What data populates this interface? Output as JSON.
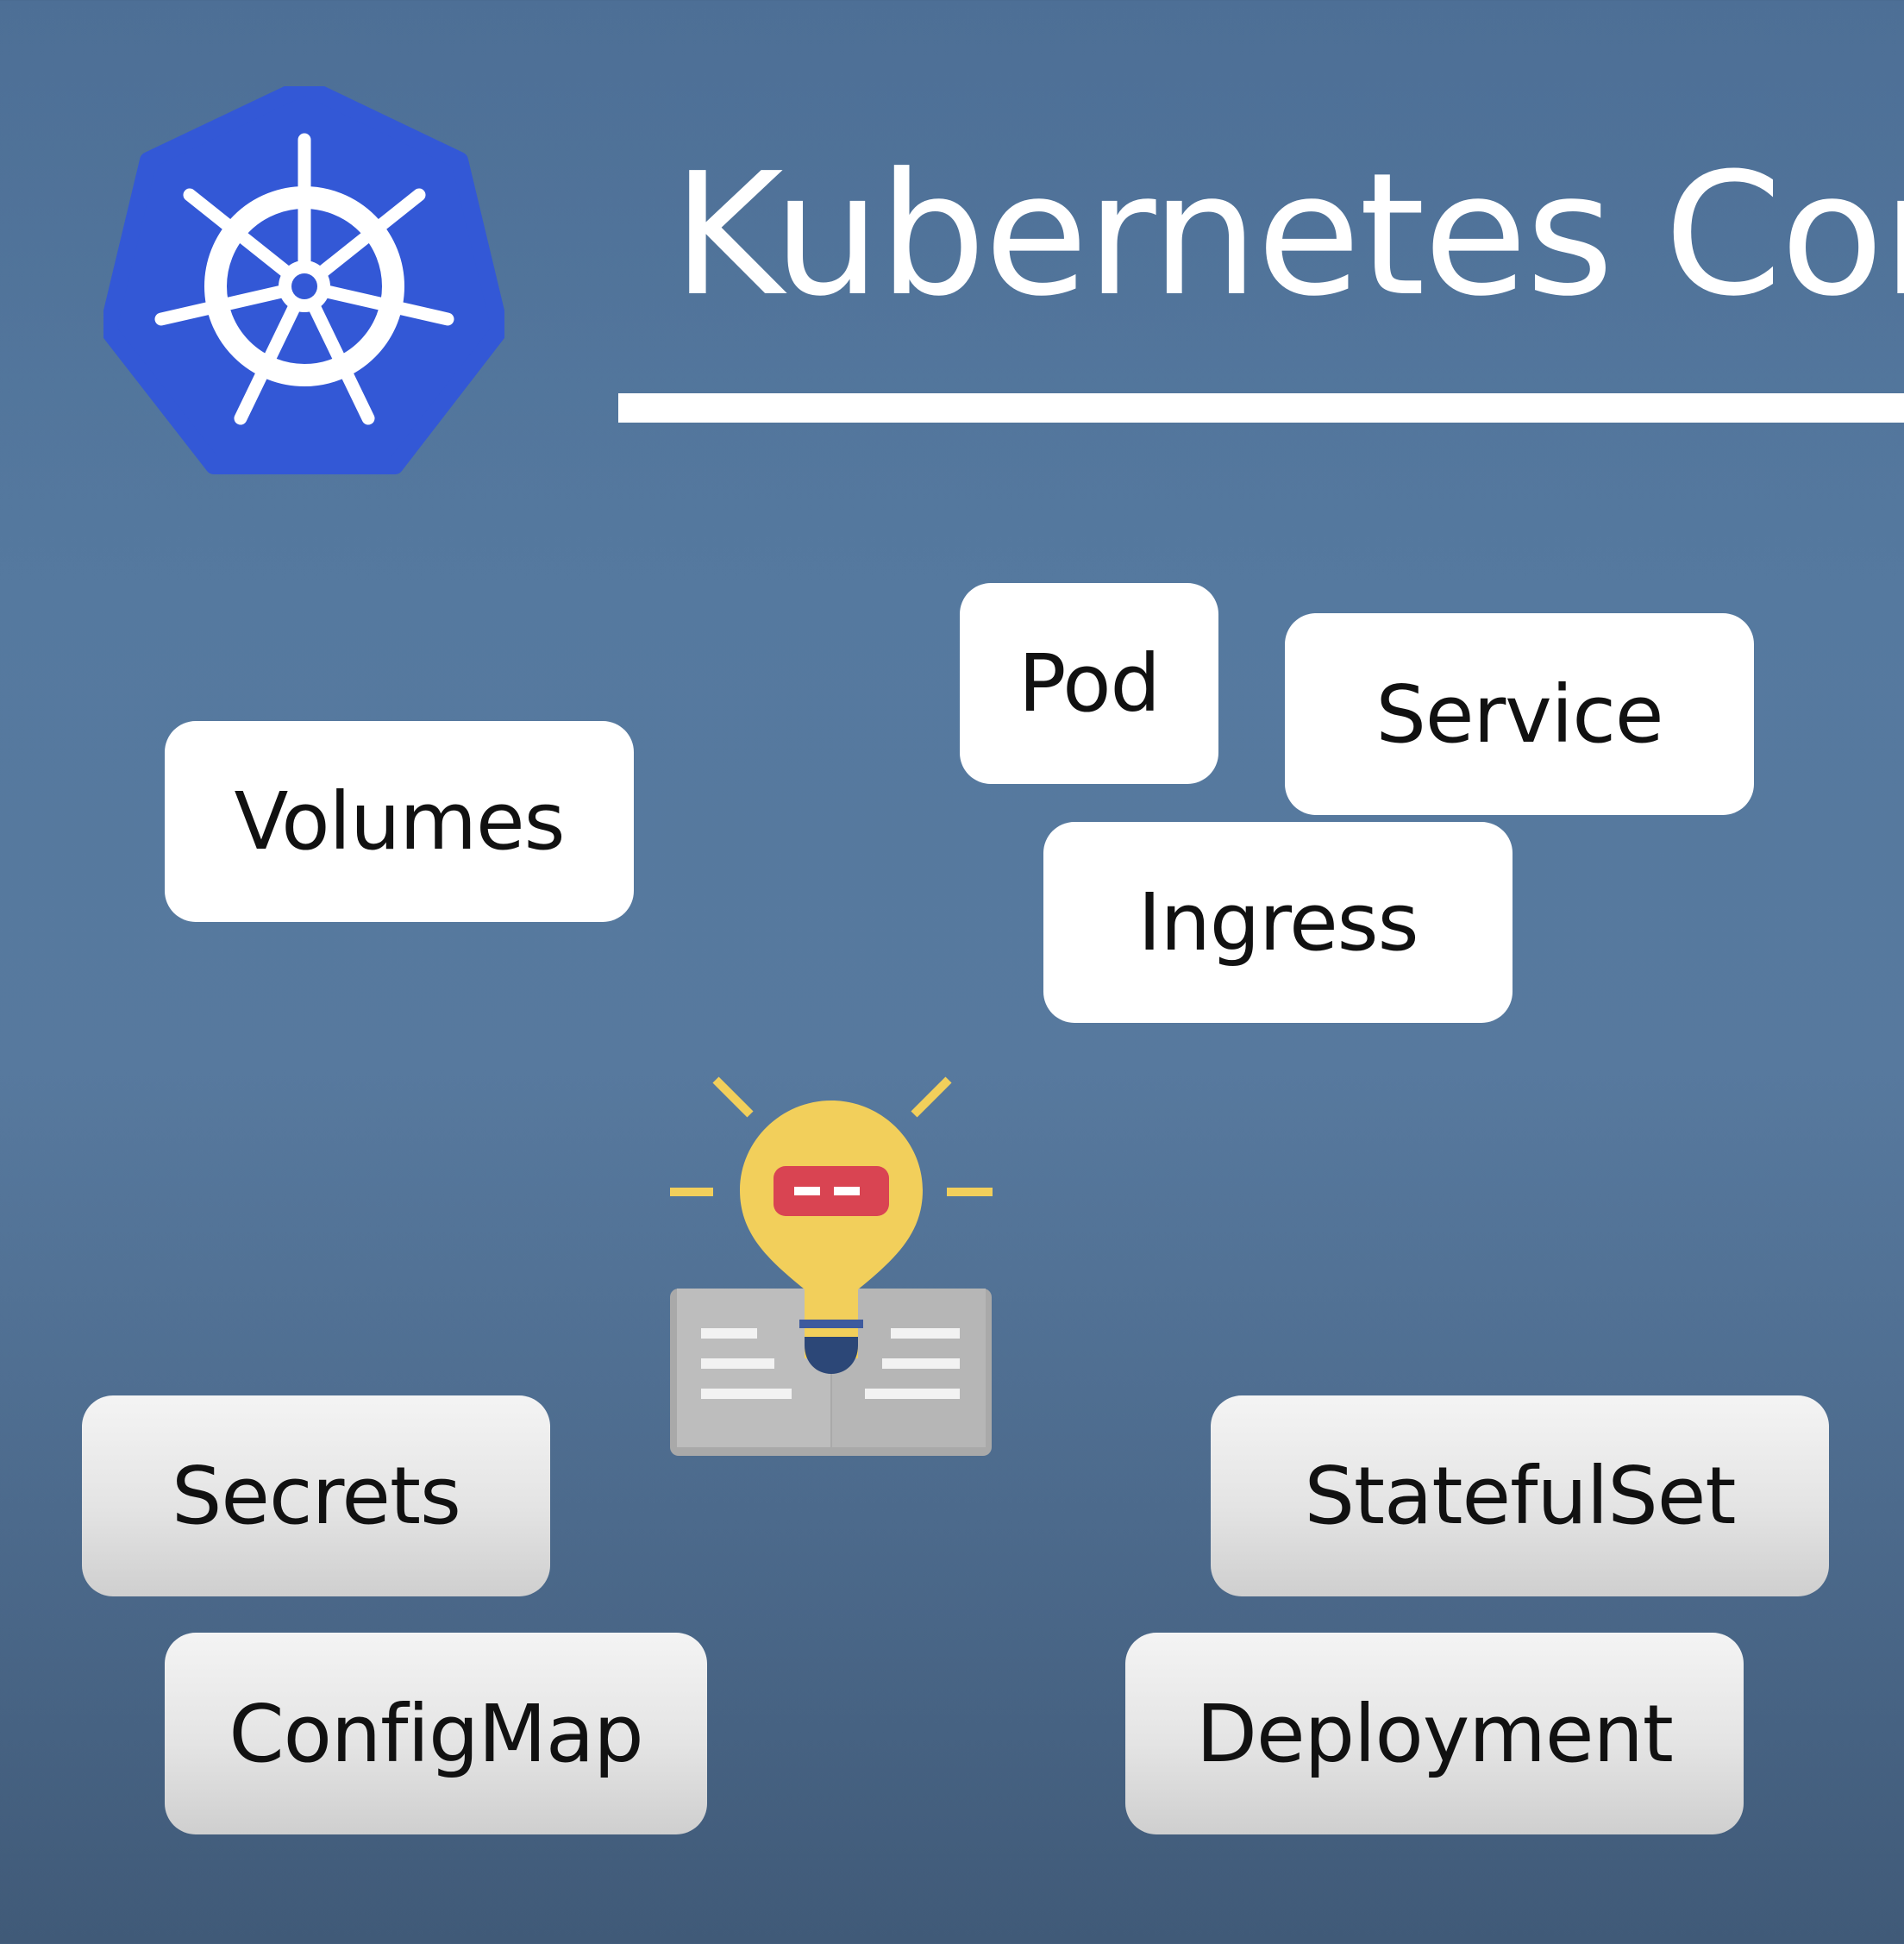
{
  "title": "Kubernetes Con",
  "logo_icon": "kubernetes-helm-wheel-icon",
  "idea_icon": "lightbulb-book-icon",
  "colors": {
    "logo_blue": "#3358d6",
    "background": "#55799f",
    "box_white": "#ffffff",
    "box_grey": "#dcdcdc"
  },
  "components": {
    "pod": "Pod",
    "service": "Service",
    "volumes": "Volumes",
    "ingress": "Ingress",
    "secrets": "Secrets",
    "statefulset": "StatefulSet",
    "configmap": "ConfigMap",
    "deployment": "Deployment"
  }
}
